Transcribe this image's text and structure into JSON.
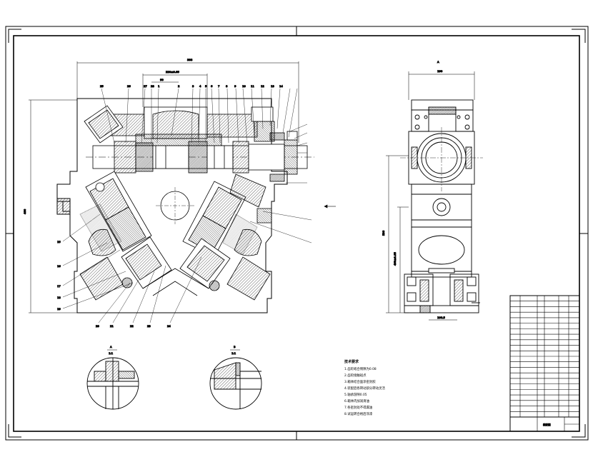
{
  "sheet": {
    "scale_view_a": "1:1",
    "scale_view_b": "1:1"
  },
  "dimensions": {
    "top_overall": "388",
    "top_inner": "220±0.05",
    "top_small": "90",
    "left_height": "460",
    "right_top_width": "190",
    "right_height_1": "530",
    "right_height_2": "460±0.05",
    "right_bottom": "100.5"
  },
  "section_marks": [
    "A",
    "B"
  ],
  "view_label_right": "A",
  "balloons_top": [
    "25",
    "26",
    "27",
    "28",
    "1",
    "2",
    "3",
    "4",
    "5",
    "6",
    "7",
    "8",
    "9",
    "10",
    "11",
    "12",
    "13",
    "14"
  ],
  "balloons_left": [
    "15",
    "16",
    "17",
    "18",
    "19"
  ],
  "balloons_bottom": [
    "20",
    "21",
    "22",
    "23",
    "24"
  ],
  "tech_notes": {
    "heading": "技术要求",
    "lines": [
      "1.齿轮啮合侧隙为0.08",
      "2.齿轮接触斑点",
      "3.箱体结合面涂密封胶",
      "4.装配后各转动部分转动灵活",
      "5.轴承游隙0.05",
      "6.箱体内加润滑油",
      "7.各密封处不得漏油",
      "8.试运转合格后涂漆"
    ]
  },
  "title_block": {
    "drawing_name": "装配图",
    "rows": 22
  }
}
